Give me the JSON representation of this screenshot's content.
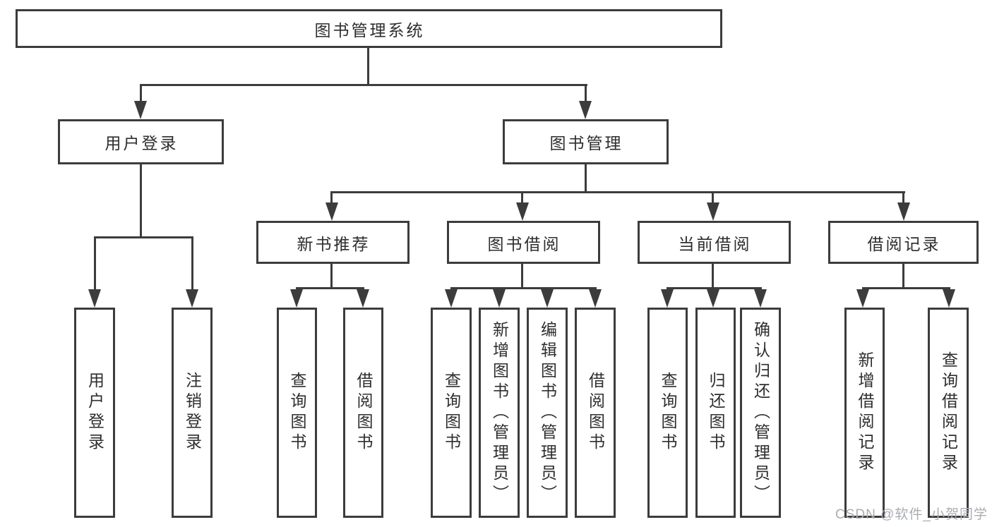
{
  "diagram": {
    "type": "hierarchy-tree",
    "nodes": {
      "root": "图书管理系统",
      "user_login": "用户登录",
      "book_mgmt": "图书管理",
      "new_books": "新书推荐",
      "borrow": "图书借阅",
      "current": "当前借阅",
      "records": "借阅记录",
      "leaves": {
        "user_login": [
          "用户登录",
          "注销登录"
        ],
        "new_books": [
          "查询图书",
          "借阅图书"
        ],
        "borrow": [
          "查询图书",
          "新增图书（管理员）",
          "编辑图书（管理员）",
          "借阅图书"
        ],
        "current": [
          "查询图书",
          "归还图书",
          "确认归还（管理员）"
        ],
        "records": [
          "新增借阅记录",
          "查询借阅记录"
        ]
      }
    },
    "edges": [
      [
        "图书管理系统",
        "用户登录"
      ],
      [
        "图书管理系统",
        "图书管理"
      ],
      [
        "用户登录",
        "用户登录"
      ],
      [
        "用户登录",
        "注销登录"
      ],
      [
        "图书管理",
        "新书推荐"
      ],
      [
        "图书管理",
        "图书借阅"
      ],
      [
        "图书管理",
        "当前借阅"
      ],
      [
        "图书管理",
        "借阅记录"
      ],
      [
        "新书推荐",
        "查询图书"
      ],
      [
        "新书推荐",
        "借阅图书"
      ],
      [
        "图书借阅",
        "查询图书"
      ],
      [
        "图书借阅",
        "新增图书（管理员）"
      ],
      [
        "图书借阅",
        "编辑图书（管理员）"
      ],
      [
        "图书借阅",
        "借阅图书"
      ],
      [
        "当前借阅",
        "查询图书"
      ],
      [
        "当前借阅",
        "归还图书"
      ],
      [
        "当前借阅",
        "确认归还（管理员）"
      ],
      [
        "借阅记录",
        "新增借阅记录"
      ],
      [
        "借阅记录",
        "查询借阅记录"
      ]
    ],
    "colors": {
      "line": "#3c3c3c",
      "text": "#2e2e2e",
      "watermark": "#a9adb2",
      "background": "#ffffff"
    }
  },
  "watermark": "CSDN @软件_小贺同学"
}
